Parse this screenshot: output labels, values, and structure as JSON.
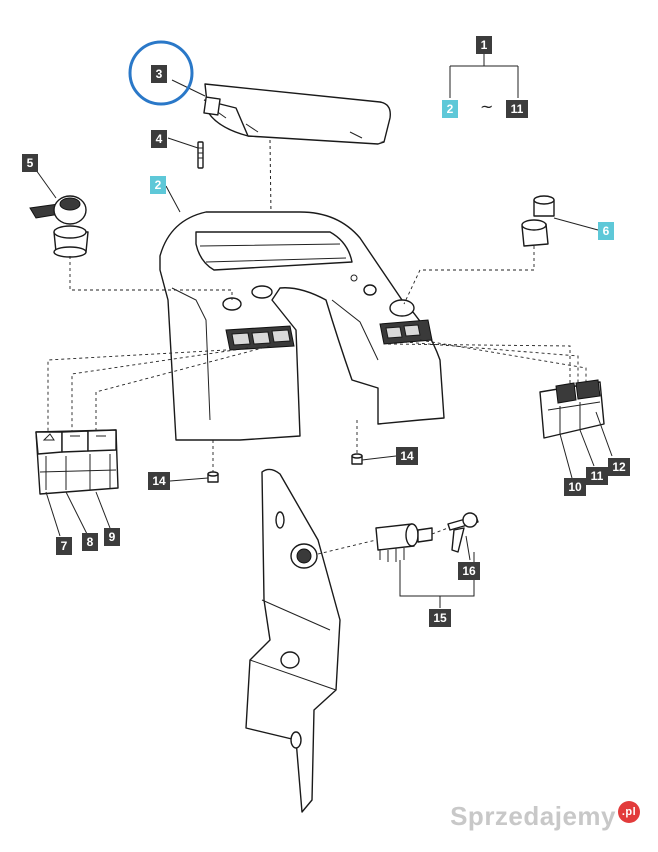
{
  "labels": {
    "l1": "1",
    "l2_top": "2",
    "l11_top": "11",
    "tilde": "~",
    "l3": "3",
    "l4": "4",
    "l5": "5",
    "l2": "2",
    "l6": "6",
    "l7": "7",
    "l8": "8",
    "l9": "9",
    "l10": "10",
    "l11": "11",
    "l12": "12",
    "l14_left": "14",
    "l14_right": "14",
    "l15": "15",
    "l16": "16"
  },
  "colors": {
    "label_dark": "#3c3c3c",
    "label_highlight": "#5ec8d8",
    "highlight_circle": "#2a78c8"
  },
  "watermark": {
    "text": "Sprzedajemy",
    "badge": ".pl"
  }
}
